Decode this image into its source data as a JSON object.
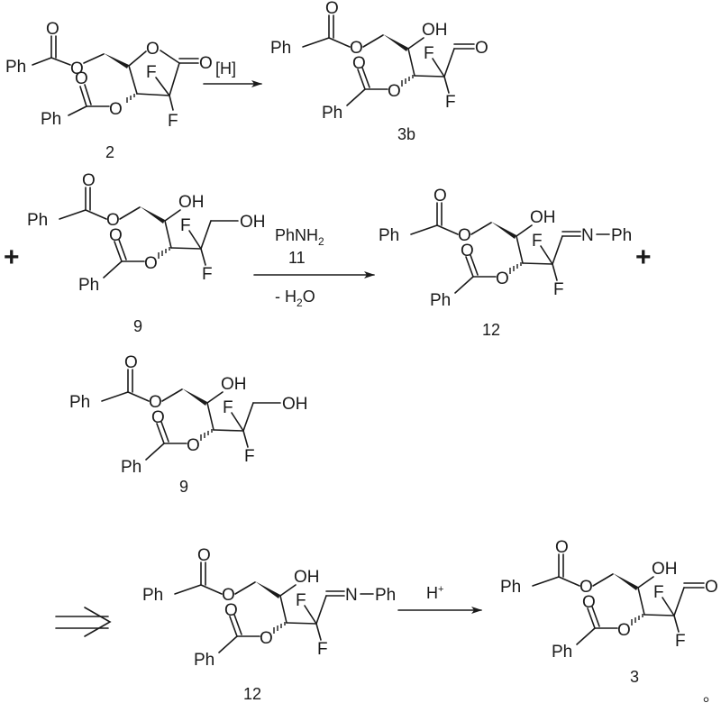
{
  "scheme": {
    "title": "",
    "steps": [
      {
        "reactant": "2",
        "reagent_above": "[H]",
        "reagent_below": "",
        "product": "3b",
        "arrow": "single"
      },
      {
        "reactant": "9",
        "reagent_above_1": "PhNH2",
        "reagent_above_2": "11",
        "reagent_below": "- H2O",
        "product": "12",
        "arrow": "single"
      },
      {
        "reactant": "12",
        "reagent_above": "H+",
        "product": "3",
        "arrow": "single"
      }
    ],
    "plus_signs": [
      "+",
      "+"
    ],
    "implies_arrow": "⇒",
    "trailing_mark": "。"
  },
  "compounds": {
    "c2": {
      "label": "2",
      "atoms": {
        "ph": "Ph",
        "o": "O",
        "f": "F"
      }
    },
    "c3b": {
      "label": "3b",
      "terminal": "O"
    },
    "c9a": {
      "label": "9",
      "terminal": "OH"
    },
    "c12a": {
      "label": "12",
      "terminal": "N",
      "terminal_sub": "Ph"
    },
    "c9b": {
      "label": "9",
      "terminal": "OH"
    },
    "c12b": {
      "label": "12",
      "terminal": "N",
      "terminal_sub": "Ph"
    },
    "c3": {
      "label": "3",
      "terminal": "O"
    }
  },
  "atoms": {
    "ph": "Ph",
    "o": "O",
    "oh": "OH",
    "f": "F",
    "n": "N"
  },
  "reagents": {
    "h": "[H]",
    "phnh2_main": "PhNH",
    "phnh2_sub": "2",
    "eleven": "11",
    "minus_h2o_pre": "- H",
    "minus_h2o_sub": "2",
    "minus_h2o_post": "O",
    "hplus": "H",
    "hplus_sup": "+"
  }
}
